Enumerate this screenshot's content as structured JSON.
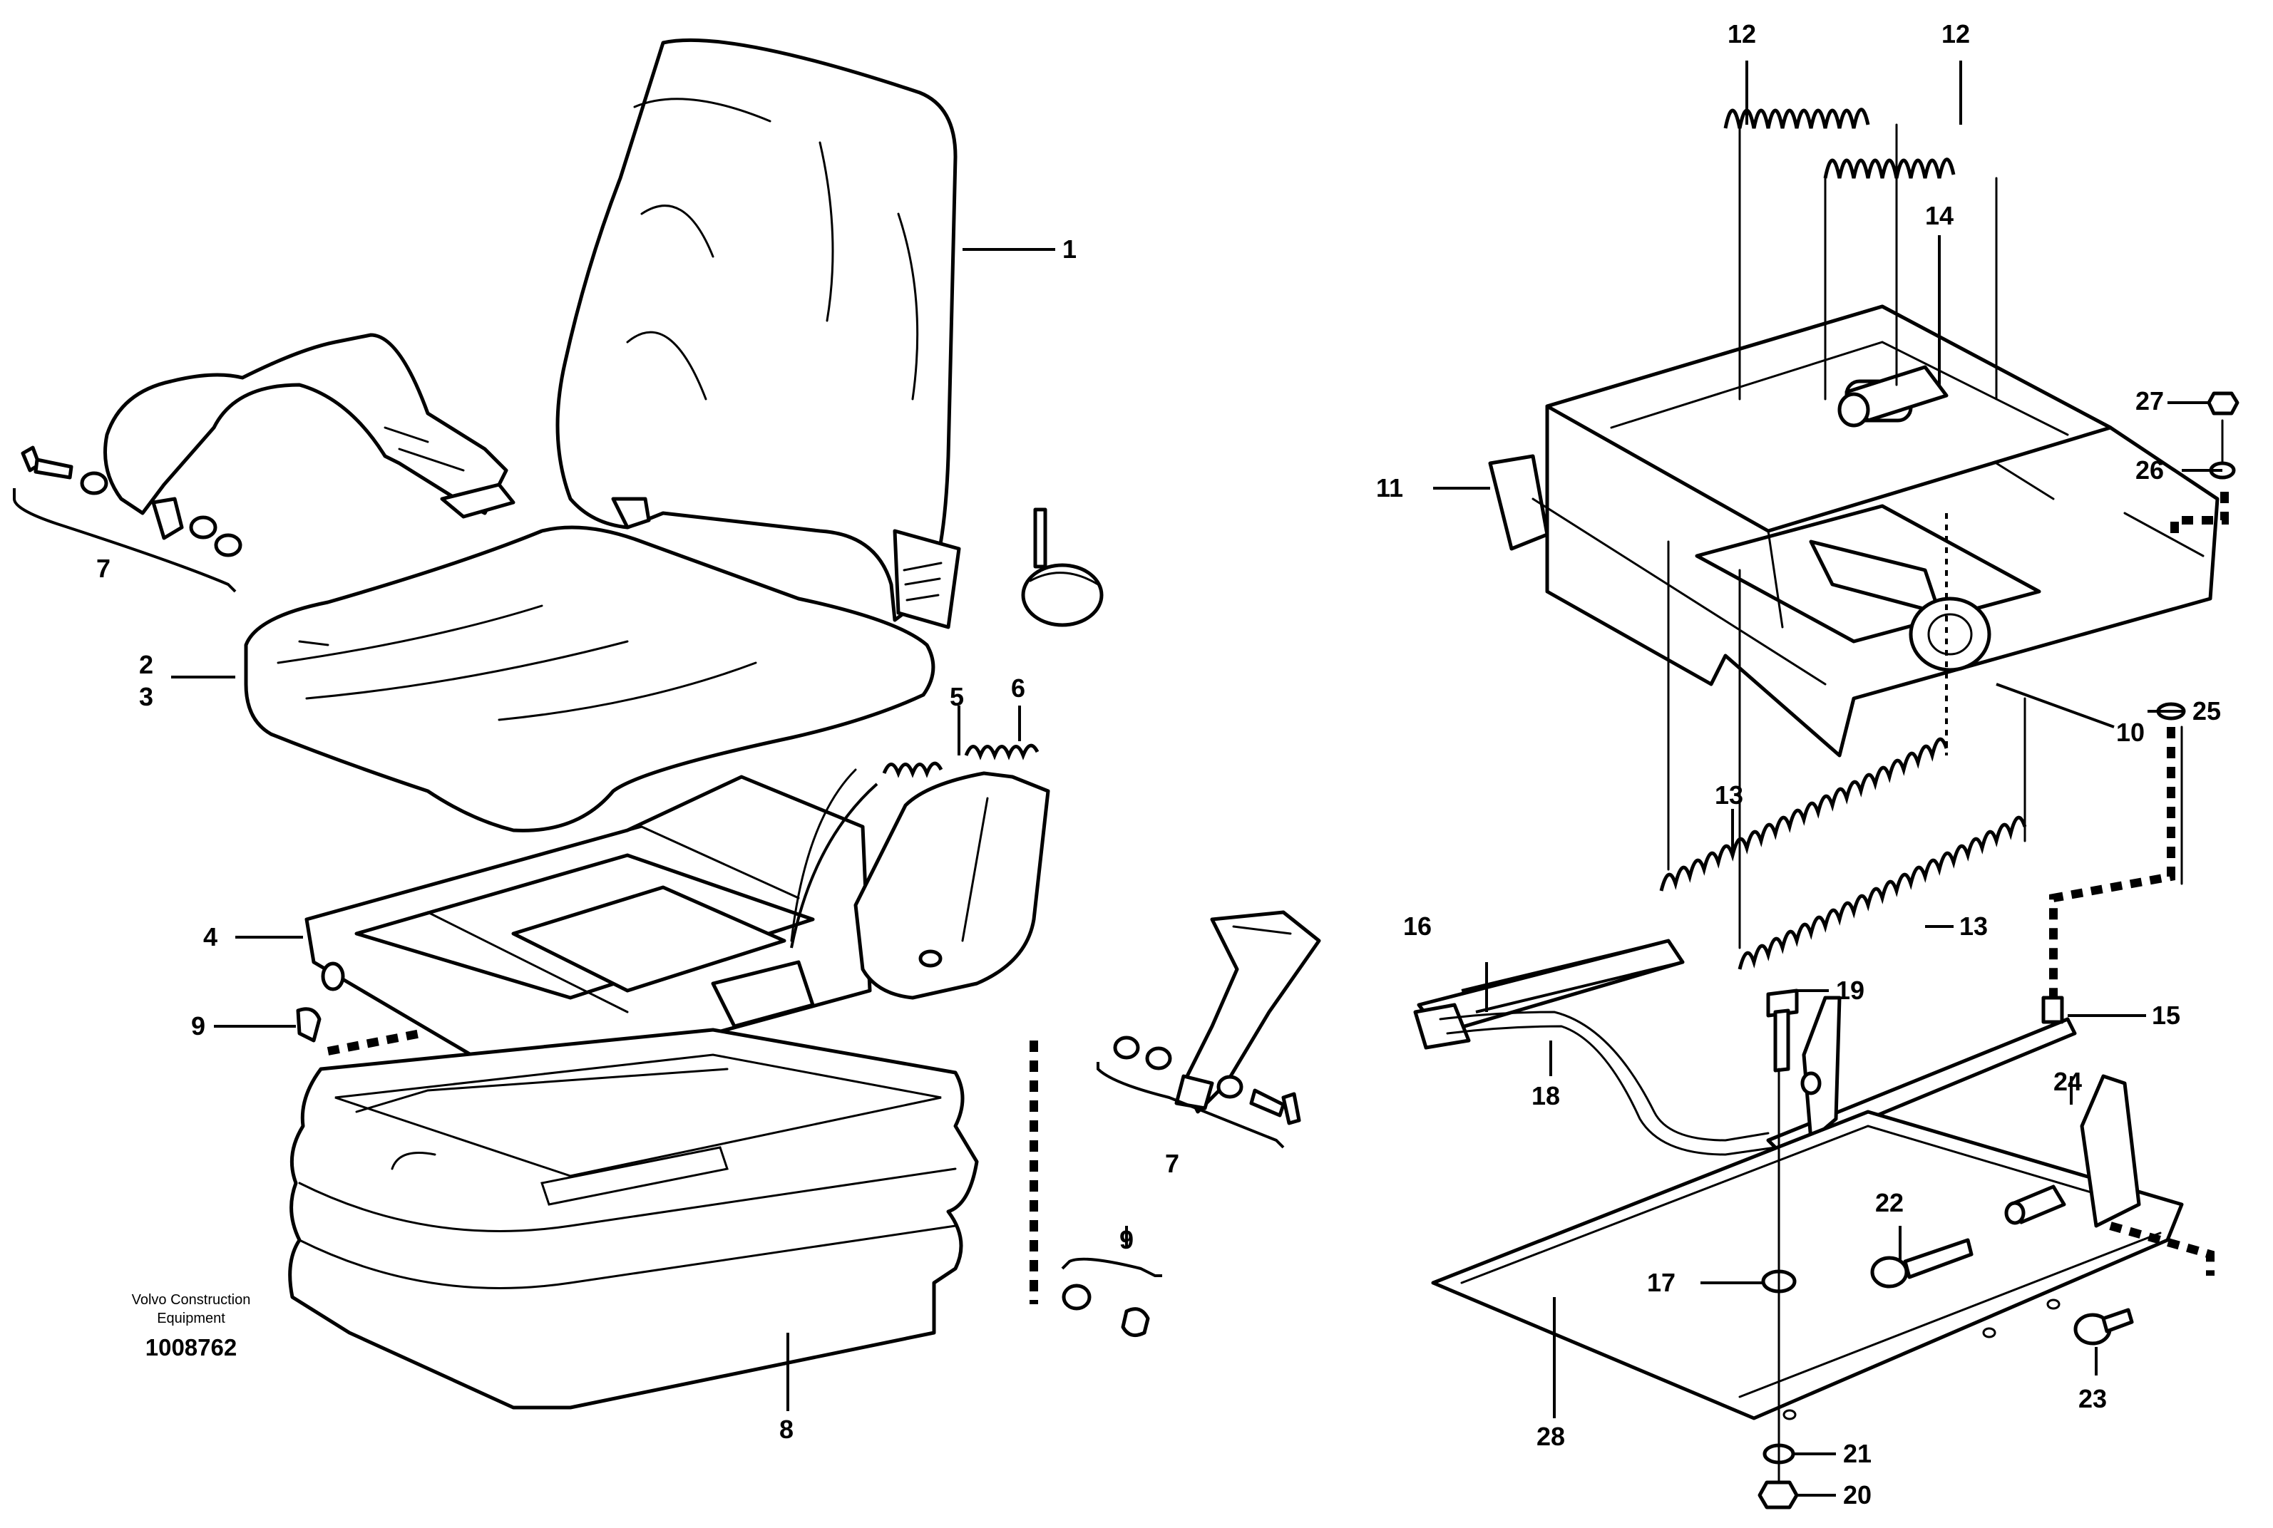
{
  "brand": {
    "line1": "Volvo Construction",
    "line2": "Equipment",
    "drawing_number": "1008762"
  },
  "callouts": {
    "c1": "1",
    "c2": "2",
    "c3": "3",
    "c4": "4",
    "c5": "5",
    "c6": "6",
    "c7a": "7",
    "c7b": "7",
    "c8": "8",
    "c9a": "9",
    "c9b": "9",
    "c10": "10",
    "c11": "11",
    "c12a": "12",
    "c12b": "12",
    "c13a": "13",
    "c13b": "13",
    "c14": "14",
    "c15": "15",
    "c16": "16",
    "c17": "17",
    "c18": "18",
    "c19": "19",
    "c20": "20",
    "c21": "21",
    "c22": "22",
    "c23": "23",
    "c24": "24",
    "c25": "25",
    "c26": "26",
    "c27": "27",
    "c28": "28"
  }
}
